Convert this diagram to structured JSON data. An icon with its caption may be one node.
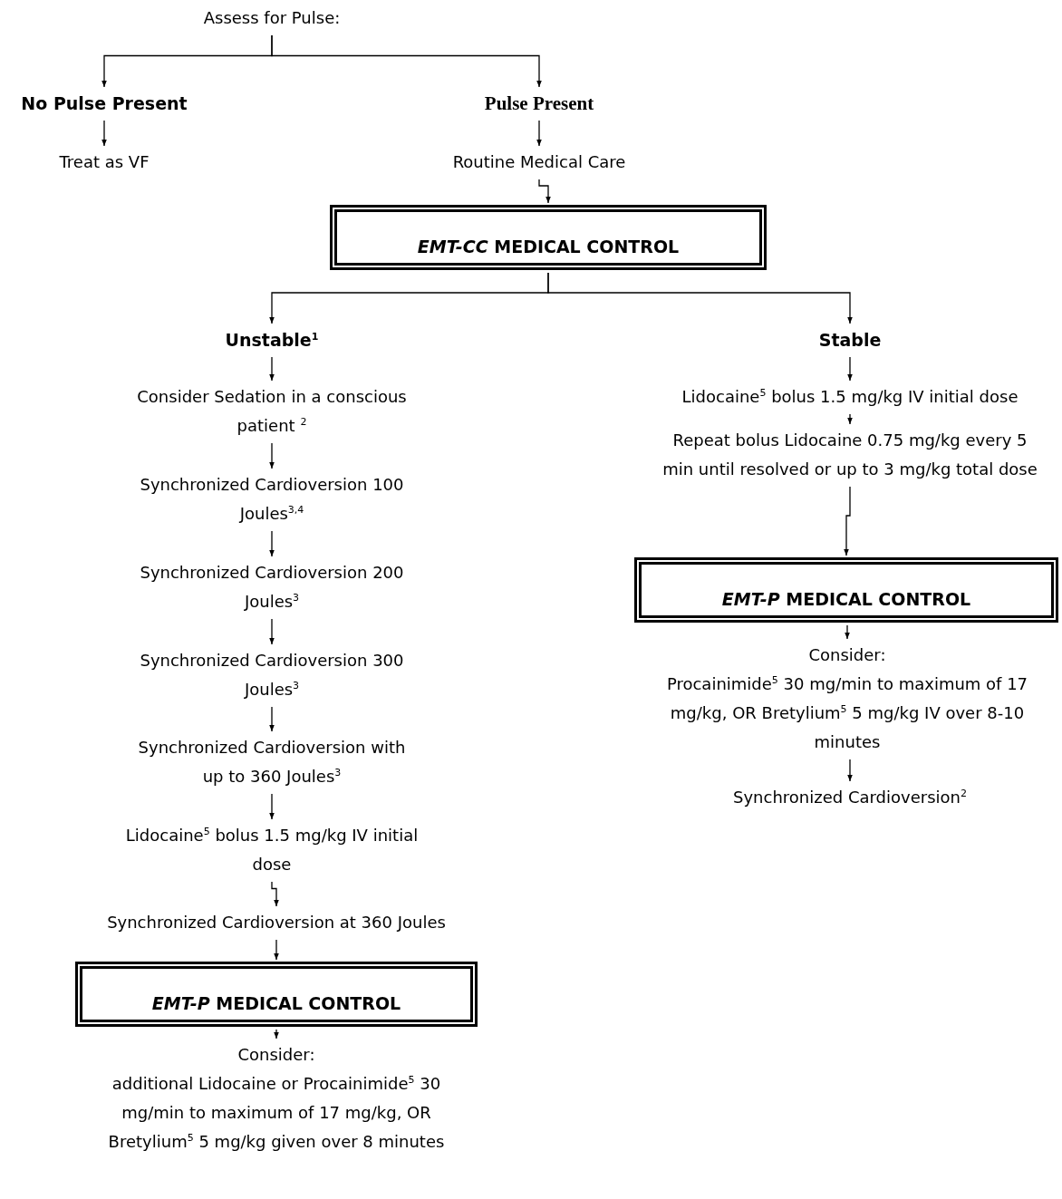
{
  "diagram": {
    "nodes": [
      {
        "text": [
          "Assess for Pulse:"
        ]
      },
      {
        "text": [
          "No Pulse Present"
        ]
      },
      {
        "text": [
          "Pulse Present"
        ]
      },
      {
        "text": [
          "Treat as VF"
        ]
      },
      {
        "text": [
          "Routine Medical Care"
        ]
      },
      {
        "text": [
          "*EMT-CC* MEDICAL CONTROL"
        ]
      },
      {
        "text": [
          "Unstable$^{1}$"
        ]
      },
      {
        "text": [
          "Stable"
        ]
      },
      {
        "text": [
          "Consider Sedation in a conscious patient $^{2}$"
        ]
      },
      {
        "text": [
          "Synchronized Cardioversion 100 Joules$^{3,4}$"
        ]
      },
      {
        "text": [
          "Synchronized Cardioversion 200 Joules$^{3}$"
        ]
      },
      {
        "text": [
          "Synchronized Cardioversion 300 Joules$^{3}$"
        ]
      },
      {
        "text": [
          "Synchronized Cardioversion with up to 360 Joules$^{3}$"
        ]
      },
      {
        "text": [
          "Lidocaine$^{5}$ bolus 1.5 mg/kg IV initial dose"
        ]
      },
      {
        "text": [
          "Synchronized Cardioversion at 360 Joules"
        ]
      },
      {
        "text": [
          "*EMT-P* MEDICAL CONTROL"
        ]
      },
      {
        "text": [
          "Consider:",
          "additional Lidocaine or Procainimide$^{5}$ 30 mg/min to maximum of 17 mg/kg, OR Bretylium$^{5}$ 5 mg/kg given over 8 minutes"
        ]
      },
      {
        "text": [
          "Lidocaine$^{5}$ bolus 1.5 mg/kg IV initial dose"
        ]
      },
      {
        "text": [
          "Repeat bolus Lidocaine 0.75 mg/kg every 5 min until resolved or up to 3 mg/kg total dose"
        ]
      },
      {
        "text": [
          "*EMT-P* MEDICAL CONTROL"
        ]
      },
      {
        "text": [
          "Consider:",
          "Procainimide$^{5}$ 30 mg/min to maximum of 17 mg/kg, OR Bretylium$^{5}$ 5 mg/kg IV over 8-10 minutes"
        ]
      },
      {
        "text": [
          "Synchronized Cardioversion$^{2}$"
        ]
      }
    ],
    "edges": [
      {
        "from": 0,
        "to": 1,
        "arrow": "to"
      },
      {
        "from": 0,
        "to": 2,
        "arrow": "to"
      },
      {
        "from": 1,
        "to": 3,
        "arrow": "to"
      },
      {
        "from": 2,
        "to": 4,
        "arrow": "to"
      },
      {
        "from": 4,
        "to": 5,
        "arrow": "to"
      },
      {
        "from": 5,
        "to": 6,
        "arrow": "to"
      },
      {
        "from": 5,
        "to": 7,
        "arrow": "to"
      },
      {
        "from": 6,
        "to": 8,
        "arrow": "to"
      },
      {
        "from": 8,
        "to": 9,
        "arrow": "to"
      },
      {
        "from": 9,
        "to": 10,
        "arrow": "to"
      },
      {
        "from": 10,
        "to": 11,
        "arrow": "to"
      },
      {
        "from": 11,
        "to": 12,
        "arrow": "to"
      },
      {
        "from": 12,
        "to": 13,
        "arrow": "to"
      },
      {
        "from": 13,
        "to": 14,
        "arrow": "to"
      },
      {
        "from": 14,
        "to": 15,
        "arrow": "to"
      },
      {
        "from": 15,
        "to": 16,
        "arrow": "to"
      },
      {
        "from": 7,
        "to": 17,
        "arrow": "to"
      },
      {
        "from": 17,
        "to": 18,
        "arrow": "to"
      },
      {
        "from": 18,
        "to": 19,
        "arrow": "to"
      },
      {
        "from": 19,
        "to": 20,
        "arrow": "to"
      },
      {
        "from": 20,
        "to": 21,
        "arrow": "to"
      }
    ]
  }
}
